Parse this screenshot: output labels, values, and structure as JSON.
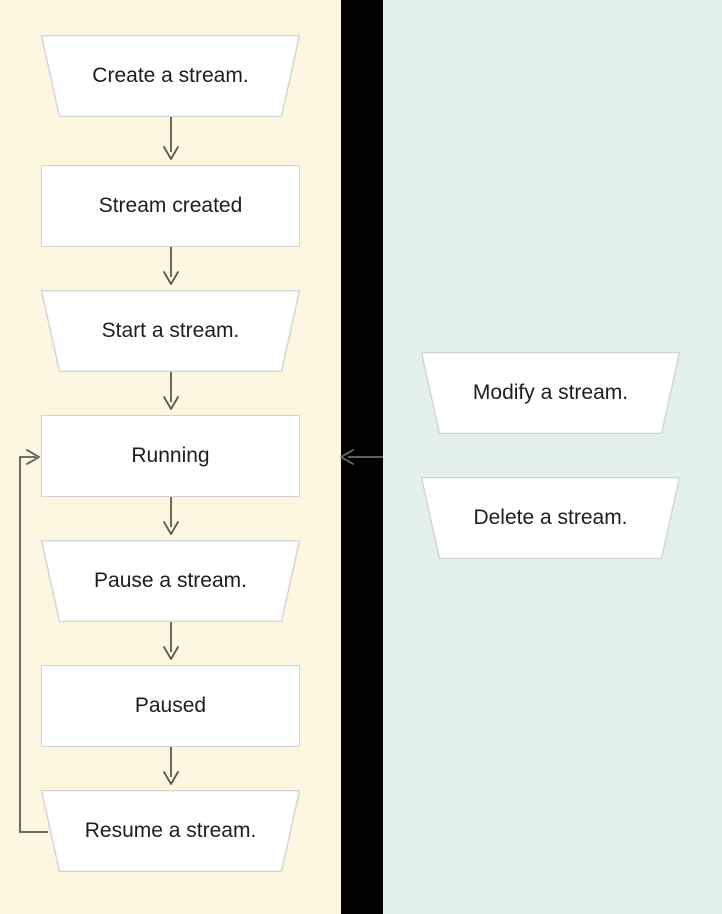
{
  "diagram": {
    "title": "Stream lifecycle flowchart",
    "type": "flowchart",
    "background_left": "#fdf6e0",
    "background_divider": "#000000",
    "background_right": "#e2f1e9",
    "node_fill": "#ffffff",
    "node_border": "#d3d3d3",
    "edge_color": "#5a5a55",
    "text_color": "#1d1d1d"
  },
  "panels": {
    "lifecycle": {
      "name": "stream-lifecycle-panel",
      "nodes": [
        {
          "id": "create",
          "label": "Create a stream.",
          "shape": "trapezoid"
        },
        {
          "id": "created",
          "label": "Stream created",
          "shape": "rectangle"
        },
        {
          "id": "start",
          "label": "Start a stream.",
          "shape": "trapezoid"
        },
        {
          "id": "running",
          "label": "Running",
          "shape": "rectangle"
        },
        {
          "id": "pause",
          "label": "Pause a stream.",
          "shape": "trapezoid"
        },
        {
          "id": "paused",
          "label": "Paused",
          "shape": "rectangle"
        },
        {
          "id": "resume",
          "label": "Resume a stream.",
          "shape": "trapezoid"
        }
      ],
      "edges": [
        {
          "from": "create",
          "to": "created",
          "direction": "down"
        },
        {
          "from": "created",
          "to": "start",
          "direction": "down"
        },
        {
          "from": "start",
          "to": "running",
          "direction": "down"
        },
        {
          "from": "running",
          "to": "pause",
          "direction": "down"
        },
        {
          "from": "pause",
          "to": "paused",
          "direction": "down"
        },
        {
          "from": "paused",
          "to": "resume",
          "direction": "down"
        },
        {
          "from": "resume",
          "to": "running",
          "direction": "loop-left-up"
        }
      ]
    },
    "operations": {
      "name": "stream-operations-panel",
      "nodes": [
        {
          "id": "modify",
          "label": "Modify a stream.",
          "shape": "trapezoid"
        },
        {
          "id": "delete",
          "label": "Delete a stream.",
          "shape": "trapezoid"
        }
      ],
      "edges": [
        {
          "from": "operations",
          "to": "running",
          "direction": "left"
        }
      ]
    }
  }
}
